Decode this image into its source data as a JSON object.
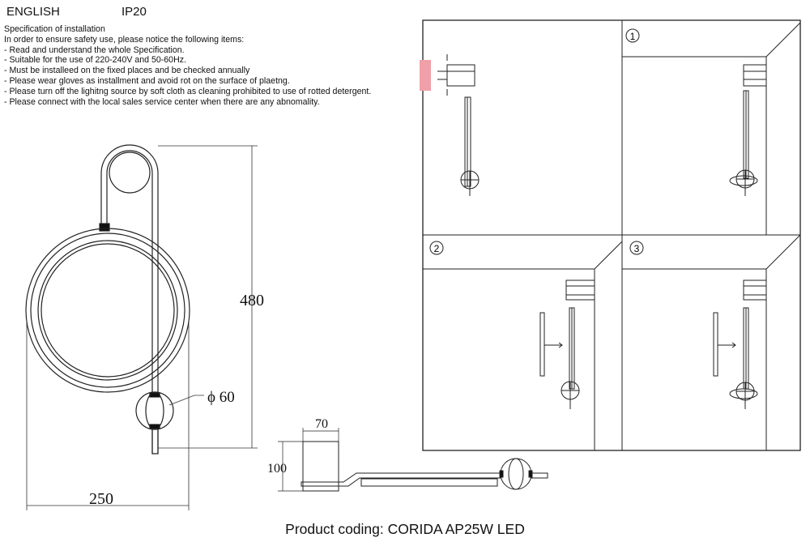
{
  "header": {
    "language": "ENGLISH",
    "ip_rating": "IP20"
  },
  "specification": {
    "title": "Specification of installation",
    "intro": "In order to ensure safety use, please notice the following items:",
    "items": [
      "- Read and understand the whole Specification.",
      "- Suitable for the use of 220-240V and 50-60Hz.",
      "- Must be installeed on the fixed places and be checked annually",
      "- Please wear gloves as installment and avoid rot on the surface of plaetng.",
      "- Please turn off the lighitng source by soft cloth as cleaning prohibited to use of rotted detergent.",
      "- Please connect with the local sales service center when there are any abnomality."
    ]
  },
  "dimensions": {
    "height": "480",
    "width": "250",
    "diameter": "ϕ 60",
    "depth": "70",
    "base_height": "100"
  },
  "steps": {
    "one": "1",
    "two": "2",
    "three": "3"
  },
  "product_coding": "Product coding: CORIDA AP25W LED"
}
